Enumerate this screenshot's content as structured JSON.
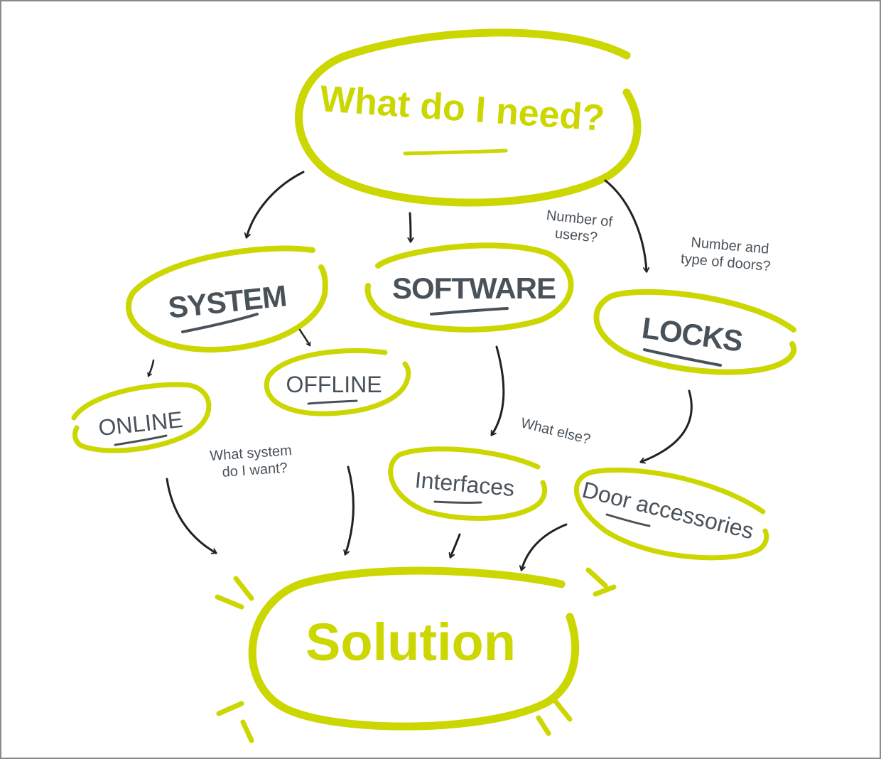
{
  "colors": {
    "accent": "#ccd600",
    "ink": "#4a5259",
    "arrow": "#222222"
  },
  "nodes": {
    "question": "What do I need?",
    "system": "SYSTEM",
    "software": "SOFTWARE",
    "locks": "LOCKS",
    "online": "ONLINE",
    "offline": "OFFLINE",
    "interfaces": "Interfaces",
    "door_accessories": "Door accessories",
    "solution": "Solution"
  },
  "notes": {
    "users_line1": "Number of",
    "users_line2": "users?",
    "doors_line1": "Number and",
    "doors_line2": "type of doors?",
    "system_line1": "What system",
    "system_line2": "do I want?",
    "what_else": "What else?"
  }
}
